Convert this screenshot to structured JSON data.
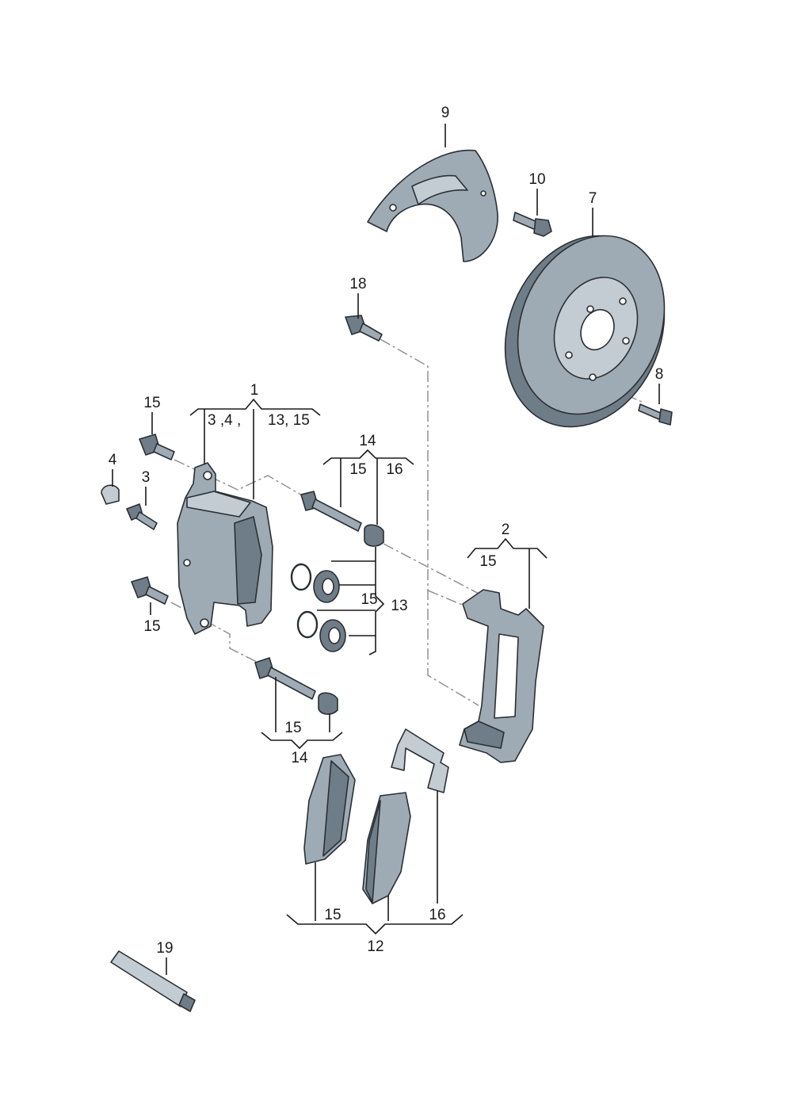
{
  "labels": {
    "l1": "1",
    "l1_sub_a": "3 ,4 ,",
    "l1_sub_b": "13, 15",
    "l2": "2",
    "l2_sub": "15",
    "l3": "3",
    "l4": "4",
    "l7": "7",
    "l8": "8",
    "l9": "9",
    "l10": "10",
    "l12": "12",
    "l12_sub_a": "15",
    "l12_sub_b": "16",
    "l13": "13",
    "l13_sub": "15",
    "l14_top": "14",
    "l14_top_sub_a": "15",
    "l14_top_sub_b": "16",
    "l14_bottom": "14",
    "l14_bottom_sub": "15",
    "l15_top": "15",
    "l15_bottom": "15",
    "l18": "18",
    "l19": "19"
  }
}
